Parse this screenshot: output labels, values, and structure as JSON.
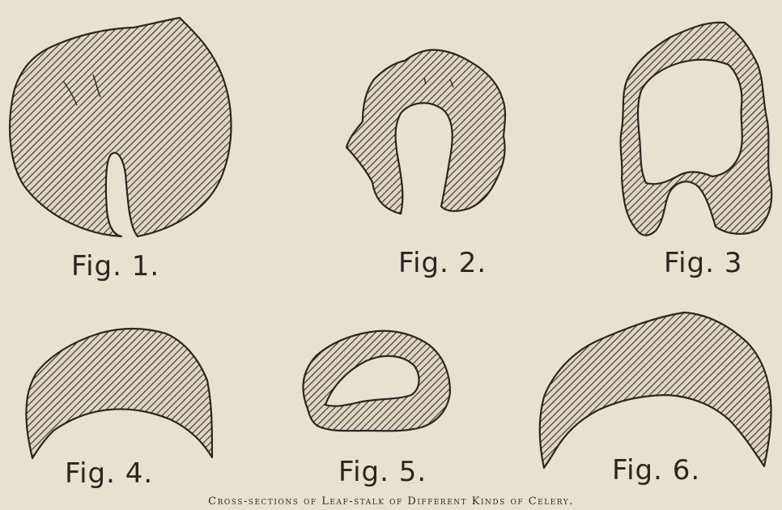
{
  "figures": [
    {
      "label": "Fig. 1."
    },
    {
      "label": "Fig. 2."
    },
    {
      "label": "Fig. 3"
    },
    {
      "label": "Fig. 4."
    },
    {
      "label": "Fig. 5."
    },
    {
      "label": "Fig. 6."
    }
  ],
  "caption": "Cross-sections of Leaf-stalk of Different Kinds of Celery."
}
